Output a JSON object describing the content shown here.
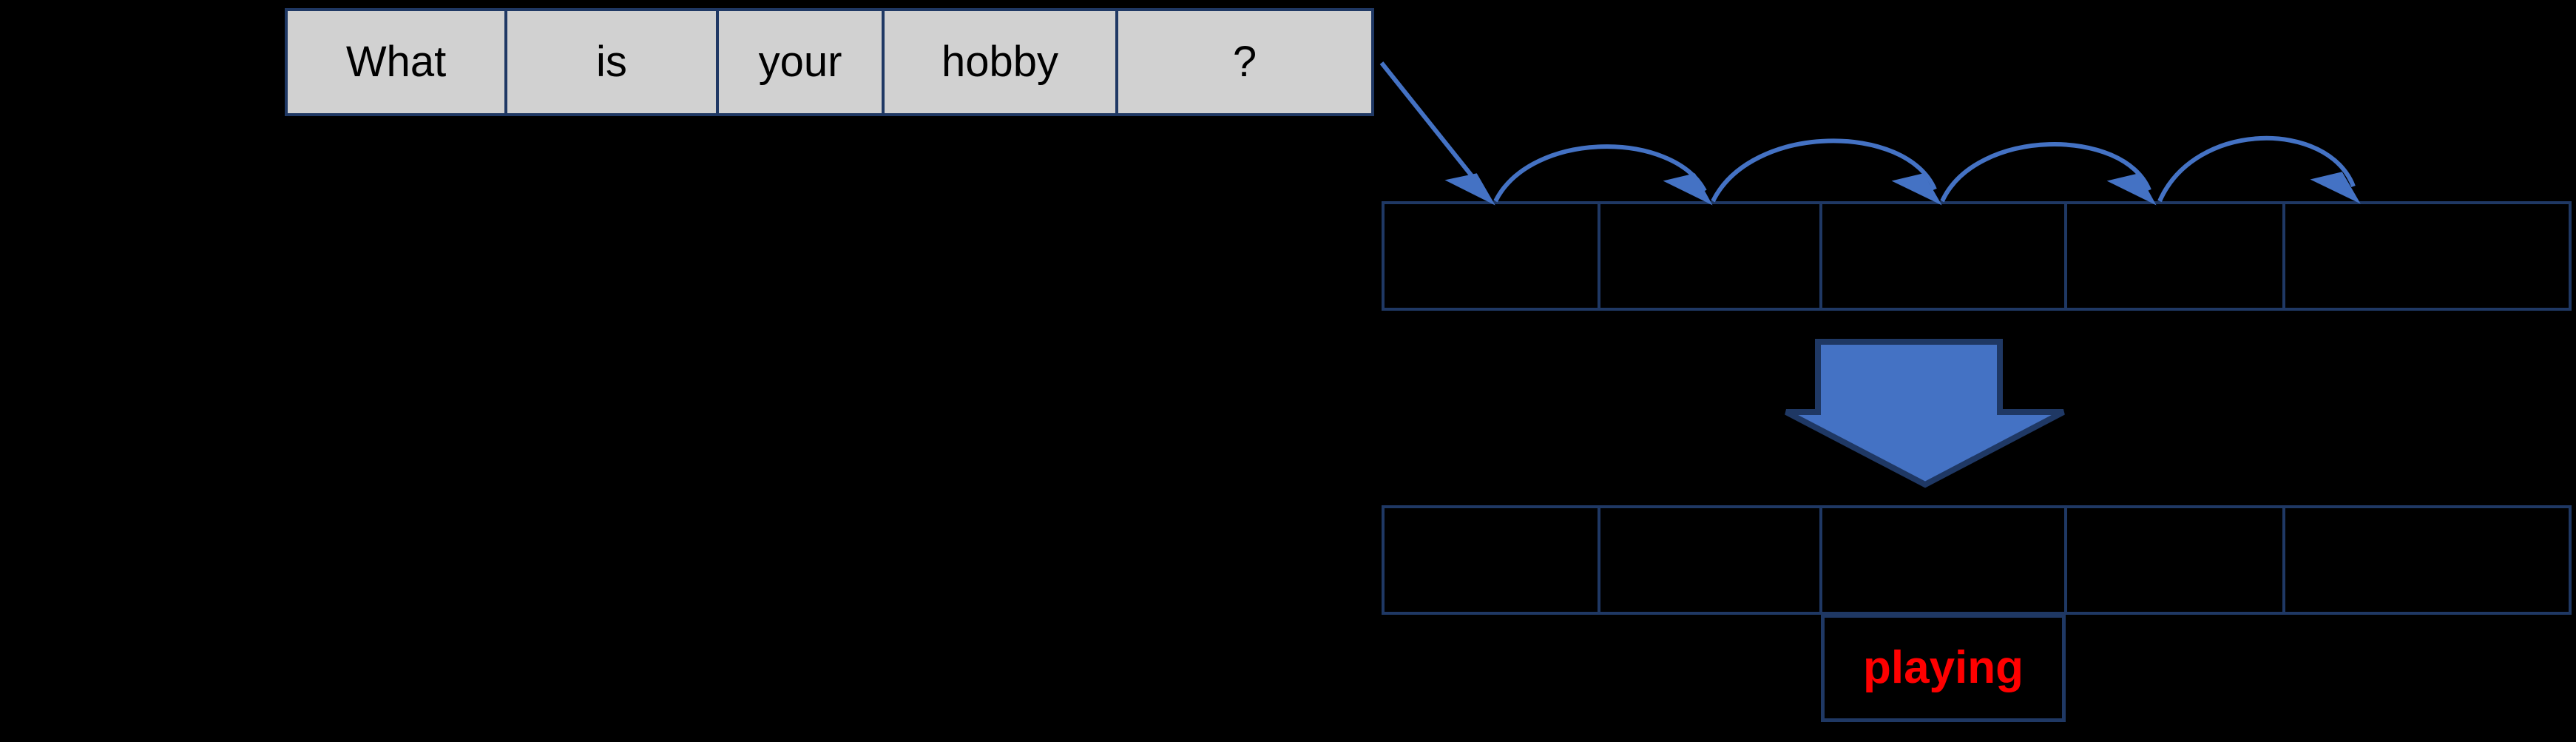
{
  "diagram": {
    "title": "Attention decoding step diagram",
    "background_color": "#000000",
    "border_color": "#1F3864",
    "arrow_color": "#4472C4",
    "cell_fill_color": "#D1D1D1",
    "output_text_color": "#FF0000"
  },
  "source_table": {
    "name": "source-sentence",
    "cells": [
      {
        "text": "What"
      },
      {
        "text": "is"
      },
      {
        "text": "your"
      },
      {
        "text": "hobby"
      },
      {
        "text": "?"
      }
    ]
  },
  "encoder_table": {
    "name": "encoder-states",
    "cells": [
      {
        "text": ""
      },
      {
        "text": ""
      },
      {
        "text": ""
      },
      {
        "text": ""
      },
      {
        "text": ""
      }
    ]
  },
  "decoder_table": {
    "name": "decoder-states",
    "cells": [
      {
        "text": ""
      },
      {
        "text": ""
      },
      {
        "text": ""
      },
      {
        "text": ""
      },
      {
        "text": ""
      }
    ]
  },
  "output_cell": {
    "name": "generated-token",
    "text": "playing"
  },
  "connectors": {
    "feed_arrow_label": "input-feed-arrow",
    "recurrence_arcs_count": 4,
    "transform_arrow_label": "downward-transform-arrow"
  }
}
